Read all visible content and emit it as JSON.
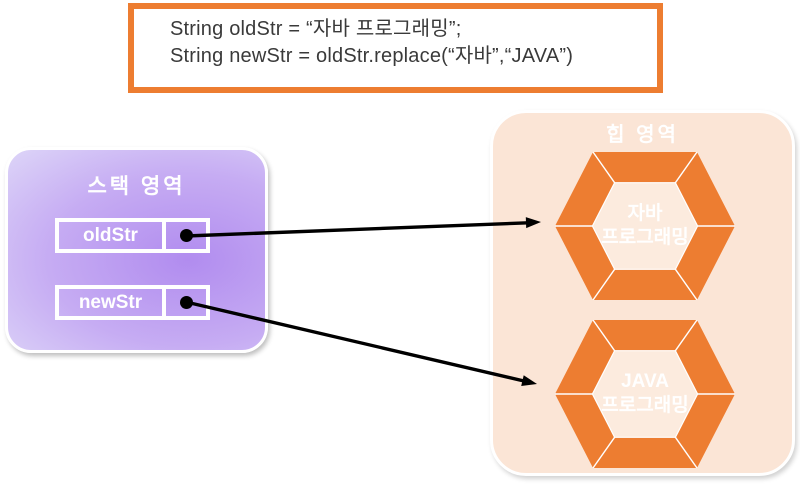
{
  "code_box": {
    "line1": "String oldStr = “자바 프로그래밍”;",
    "line2": "String newStr = oldStr.replace(“자바”,“JAVA”)"
  },
  "stack": {
    "title": "스택 영역",
    "variables": [
      {
        "name": "oldStr"
      },
      {
        "name": "newStr"
      }
    ]
  },
  "heap": {
    "title": "힙 영역",
    "objects": [
      {
        "line1": "자바",
        "line2": "프로그래밍"
      },
      {
        "line1": "JAVA",
        "line2": "프로그래밍"
      }
    ]
  },
  "colors": {
    "accent_orange": "#ED7D31",
    "heap_bg": "#FBE5D6",
    "hex_inner_fill": "#FCEBDE",
    "stack_purple_light": "#DDD5F8",
    "stack_purple_dark": "#B18CEF",
    "code_text": "#3A3A3A",
    "arrow_black": "#000000",
    "border_white": "#FFFFFF"
  }
}
